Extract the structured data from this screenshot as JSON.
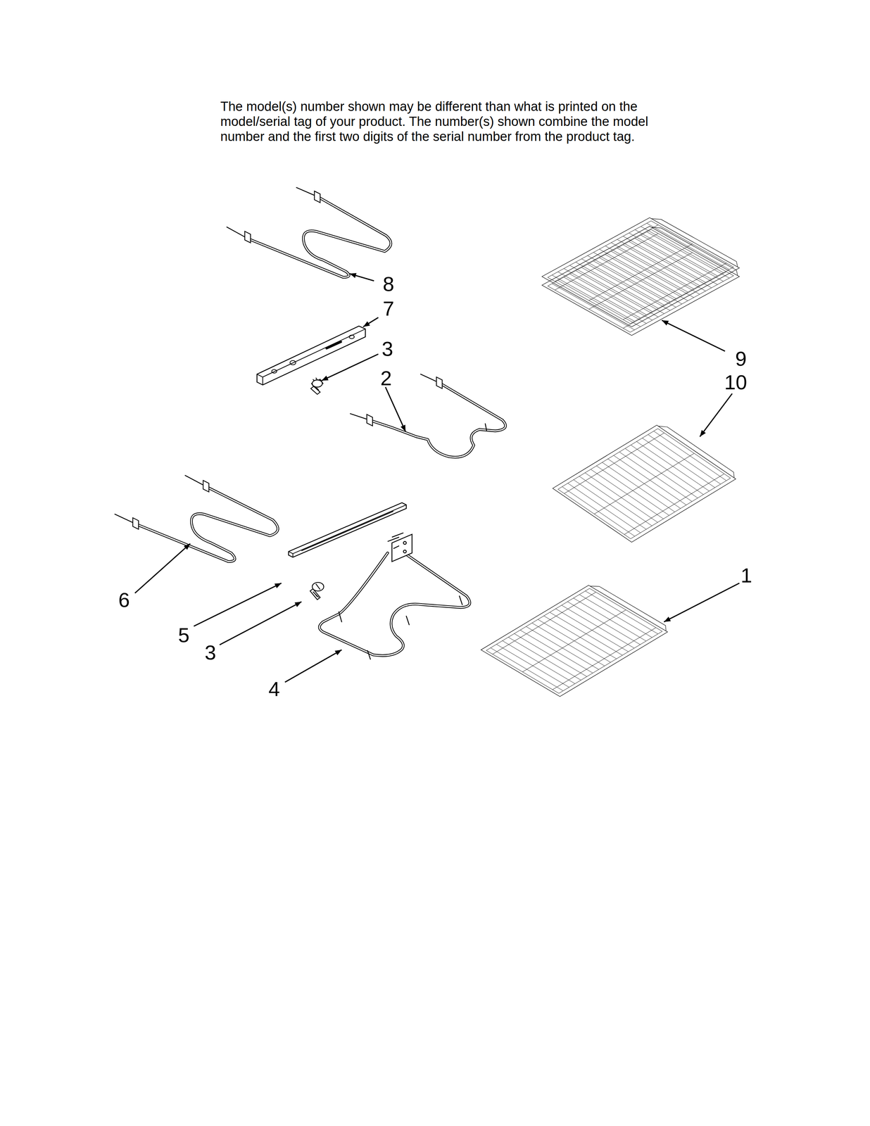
{
  "diagram": {
    "labels": [
      "The model(s) number shown may be different than what is printed on the model/serial tag of your product. The number(s) shown combine the model number and the first two digits of the serial number from the product tag.",
      "8",
      "7",
      "3",
      "2",
      "9",
      "10",
      "1",
      "6",
      "5",
      "3",
      "4"
    ]
  }
}
